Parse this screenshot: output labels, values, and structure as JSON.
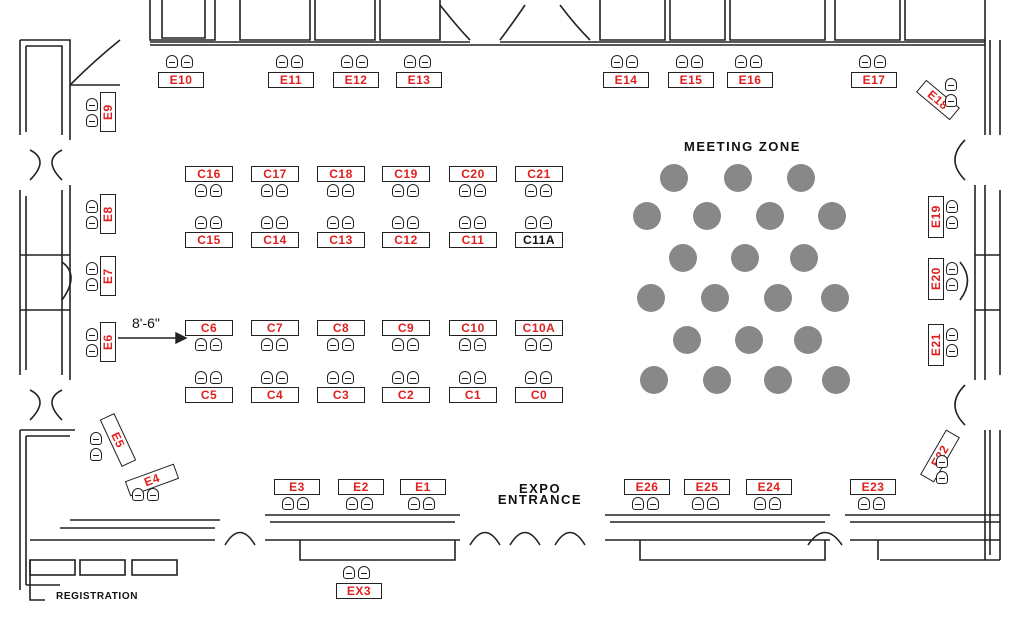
{
  "zone_title": "MEETING ZONE",
  "entrance_line1": "EXPO",
  "entrance_line2": "ENTRANCE",
  "registration": "REGISTRATION",
  "dimension": "8'-6\"",
  "booths_top": [
    "E10",
    "E11",
    "E12",
    "E13",
    "E14",
    "E15",
    "E16",
    "E17"
  ],
  "booths_left": [
    "E9",
    "E8",
    "E7",
    "E6"
  ],
  "booths_right": [
    "E19",
    "E20",
    "E21"
  ],
  "booths_corner": [
    "E18",
    "E5",
    "E4",
    "E22"
  ],
  "booths_bottom": [
    "E3",
    "E2",
    "E1",
    "E26",
    "E25",
    "E24",
    "E23",
    "EX3"
  ],
  "center_row1": [
    "C16",
    "C17",
    "C18",
    "C19",
    "C20",
    "C21"
  ],
  "center_row2": [
    "C15",
    "C14",
    "C13",
    "C12",
    "C11",
    "C11A"
  ],
  "center_row3": [
    "C6",
    "C7",
    "C8",
    "C9",
    "C10",
    "C10A"
  ],
  "center_row4": [
    "C5",
    "C4",
    "C3",
    "C2",
    "C1",
    "C0"
  ],
  "colors": {
    "booth_label": "#e0201e",
    "table_dot": "#888888",
    "walls": "#222222"
  }
}
